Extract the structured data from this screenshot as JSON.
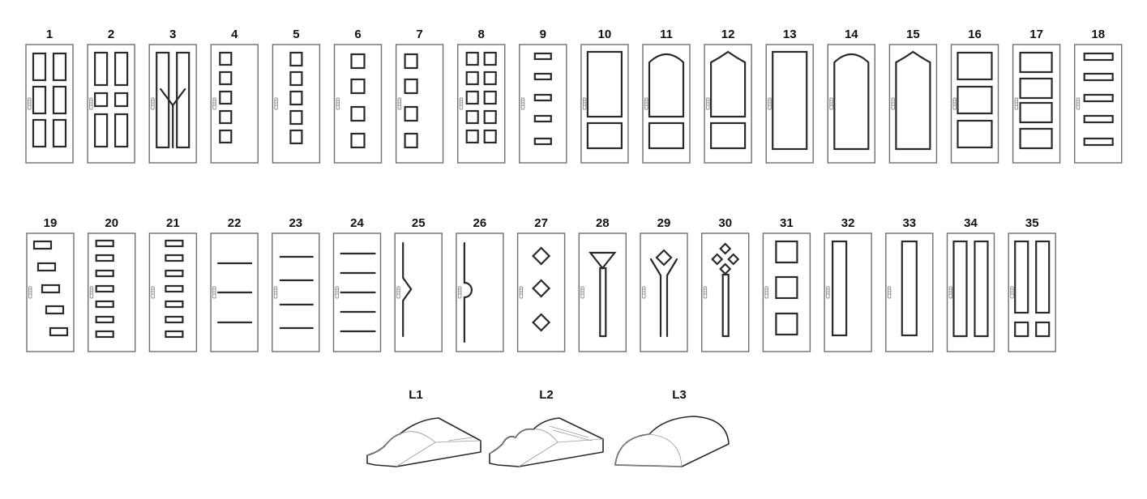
{
  "doors_row1": [
    {
      "label": "1",
      "style": "six-panel"
    },
    {
      "label": "2",
      "style": "six-panel-center-squares"
    },
    {
      "label": "3",
      "style": "y-groove-panels"
    },
    {
      "label": "4",
      "style": "five-squares"
    },
    {
      "label": "5",
      "style": "five-squares-large"
    },
    {
      "label": "6",
      "style": "four-squares"
    },
    {
      "label": "7",
      "style": "four-squares-left"
    },
    {
      "label": "8",
      "style": "ten-squares-grid"
    },
    {
      "label": "9",
      "style": "five-slots"
    },
    {
      "label": "10",
      "style": "two-panel-flat"
    },
    {
      "label": "11",
      "style": "two-panel-arched"
    },
    {
      "label": "12",
      "style": "two-panel-cathedral"
    },
    {
      "label": "13",
      "style": "single-panel-flat"
    },
    {
      "label": "14",
      "style": "single-panel-arched"
    },
    {
      "label": "15",
      "style": "single-panel-cathedral"
    },
    {
      "label": "16",
      "style": "three-panels"
    },
    {
      "label": "17",
      "style": "four-panels"
    },
    {
      "label": "18",
      "style": "five-slots-wide"
    }
  ],
  "doors_row2": [
    {
      "label": "19",
      "style": "stagger-slots"
    },
    {
      "label": "20",
      "style": "seven-slots"
    },
    {
      "label": "21",
      "style": "seven-slots-b"
    },
    {
      "label": "22",
      "style": "three-grooves"
    },
    {
      "label": "23",
      "style": "four-grooves"
    },
    {
      "label": "24",
      "style": "five-grooves"
    },
    {
      "label": "25",
      "style": "zigzag-groove"
    },
    {
      "label": "26",
      "style": "semicircle-groove"
    },
    {
      "label": "27",
      "style": "three-diamonds"
    },
    {
      "label": "28",
      "style": "triangle-stem"
    },
    {
      "label": "29",
      "style": "diamond-y-stem"
    },
    {
      "label": "30",
      "style": "four-diamonds-stem"
    },
    {
      "label": "31",
      "style": "three-squares-large"
    },
    {
      "label": "32",
      "style": "narrow-panel"
    },
    {
      "label": "33",
      "style": "narrow-panel-center"
    },
    {
      "label": "34",
      "style": "two-narrow-panels"
    },
    {
      "label": "35",
      "style": "two-narrow-panels-squares"
    }
  ],
  "profiles": [
    {
      "label": "L1",
      "style": "ogee-step"
    },
    {
      "label": "L2",
      "style": "double-ogee"
    },
    {
      "label": "L3",
      "style": "half-round"
    }
  ]
}
